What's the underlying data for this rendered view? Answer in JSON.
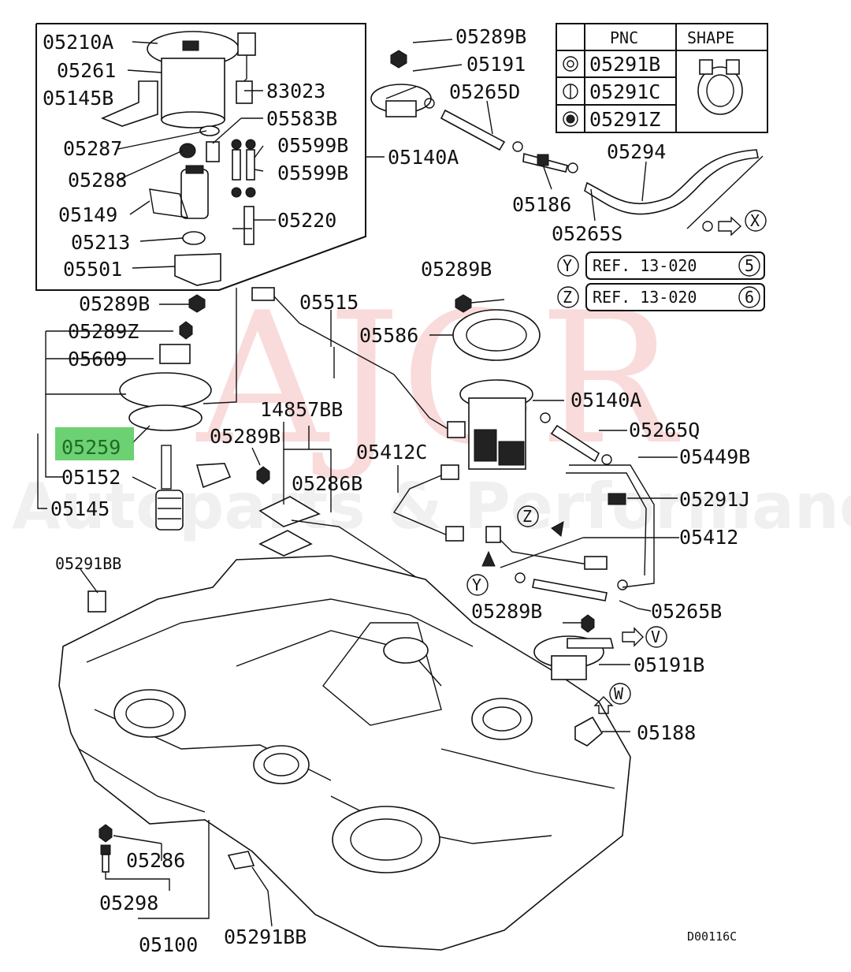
{
  "watermark": {
    "brand": "AJCR",
    "tagline": "Autoparts & Performance"
  },
  "highlight_color": "#52c95b",
  "highlighted_part": "05259",
  "diagram_code": "D00116C",
  "pnc_table": {
    "header_pnc": "PNC",
    "header_shape": "SHAPE",
    "rows": [
      {
        "symbol": "double-circle-icon",
        "pnc": "05291B"
      },
      {
        "symbol": "circle-bar-icon",
        "pnc": "05291C"
      },
      {
        "symbol": "filled-circle-icon",
        "pnc": "05291Z"
      }
    ]
  },
  "references": [
    {
      "tag": "Y",
      "text": "REF. 13-020",
      "num": "5"
    },
    {
      "tag": "Z",
      "text": "REF. 13-020",
      "num": "6"
    }
  ],
  "markers": {
    "v": "V",
    "w": "W",
    "x": "X",
    "y": "Y",
    "z": "Z"
  },
  "labels": {
    "p05210A": "05210A",
    "p05261": "05261",
    "p05145B": "05145B",
    "p05287": "05287",
    "p05288": "05288",
    "p05149": "05149",
    "p05213": "05213",
    "p05501": "05501",
    "p83023": "83023",
    "p05583B": "05583B",
    "p05599B_a": "05599B",
    "p05599B_b": "05599B",
    "p05220": "05220",
    "p05140A_top": "05140A",
    "p05289B_top": "05289B",
    "p05191": "05191",
    "p05265D": "05265D",
    "p05186": "05186",
    "p05294": "05294",
    "p05265S": "05265S",
    "p05289B_l": "05289B",
    "p05289Z": "05289Z",
    "p05609": "05609",
    "p05259": "05259",
    "p05152": "05152",
    "p05145": "05145",
    "p05515": "05515",
    "p05289B_mid": "05289B",
    "p05586": "05586",
    "p05140A_mid": "05140A",
    "p14857BB": "14857BB",
    "p05289B_c": "05289B",
    "p05286B": "05286B",
    "p05412C": "05412C",
    "p05265Q": "05265Q",
    "p05449B": "05449B",
    "p05291J": "05291J",
    "p05412": "05412",
    "p05291BB_top": "05291BB",
    "p05289B_r": "05289B",
    "p05265B": "05265B",
    "p05191B": "05191B",
    "p05188": "05188",
    "p05286": "05286",
    "p05298": "05298",
    "p05100": "05100",
    "p05291BB_bot": "05291BB"
  }
}
